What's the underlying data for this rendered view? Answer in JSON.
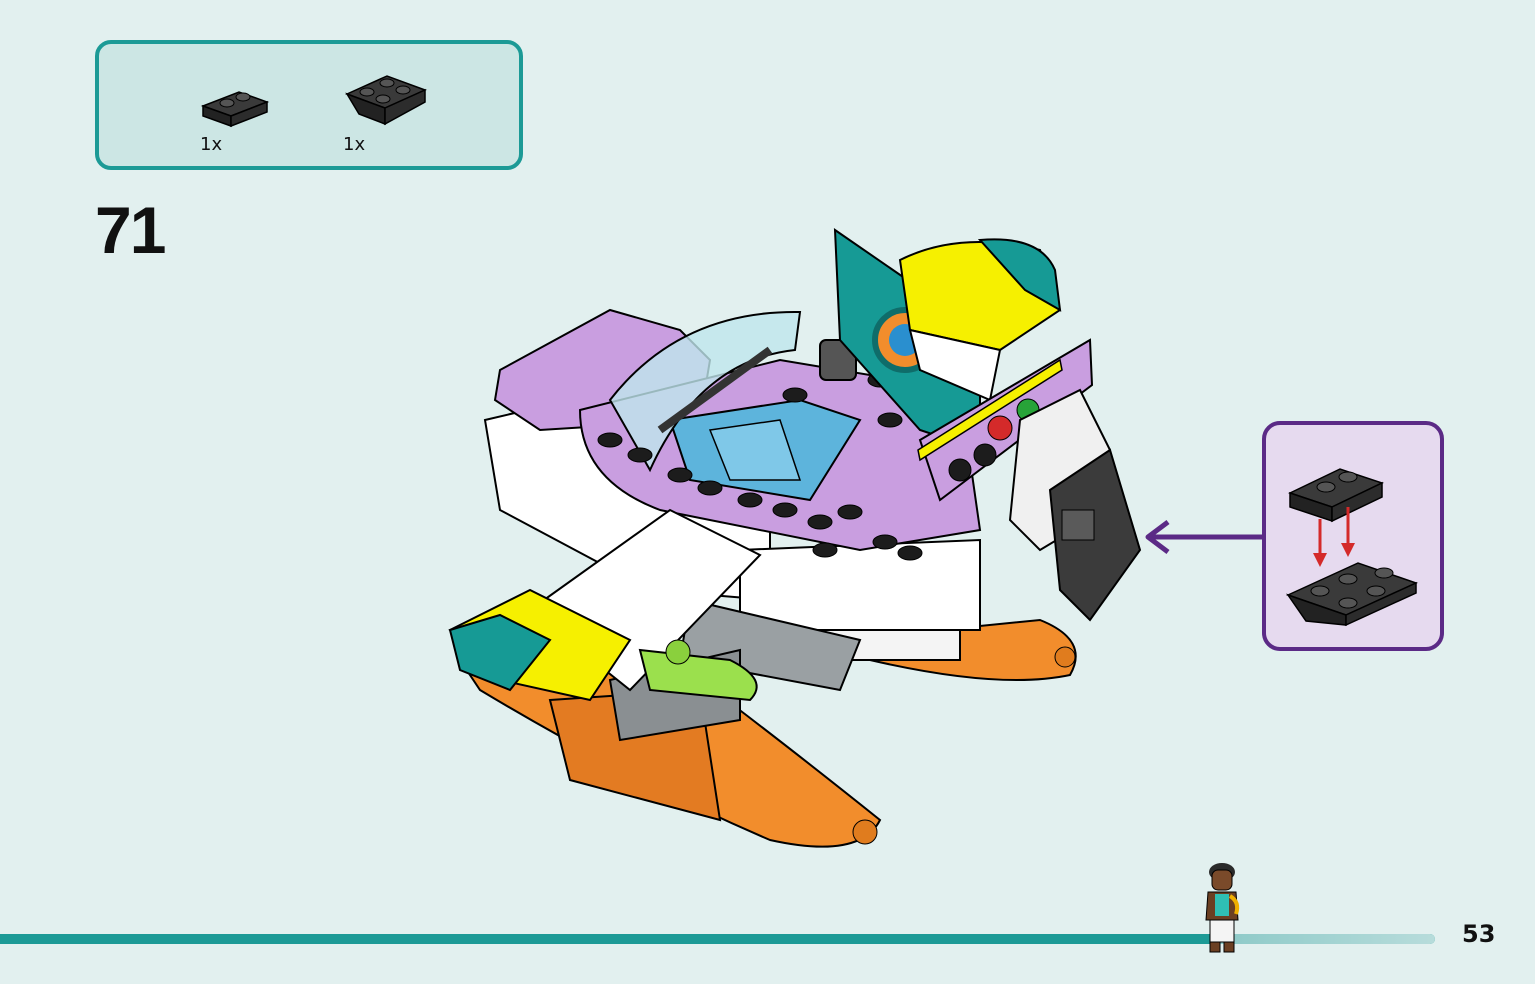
{
  "parts_list": {
    "items": [
      {
        "icon": "plate-1x2-dark-gray-icon",
        "quantity": "1x"
      },
      {
        "icon": "inverted-slope-plate-2x2-dark-gray-icon",
        "quantity": "1x"
      }
    ]
  },
  "step": {
    "number": "71"
  },
  "model": {
    "icon": "seaplane-model-illustration"
  },
  "callout": {
    "icon": "sub-assembly-plates-icon",
    "arrow": "arrow-left-icon"
  },
  "footer": {
    "page_number": "53",
    "progress_percent": 85,
    "colors": {
      "progress": "#1c9a96",
      "remaining": "#8cc9c7"
    }
  },
  "colors": {
    "accent": "#1c9a96",
    "callout_border": "#5b2a86",
    "background": "#e2f0ef"
  }
}
